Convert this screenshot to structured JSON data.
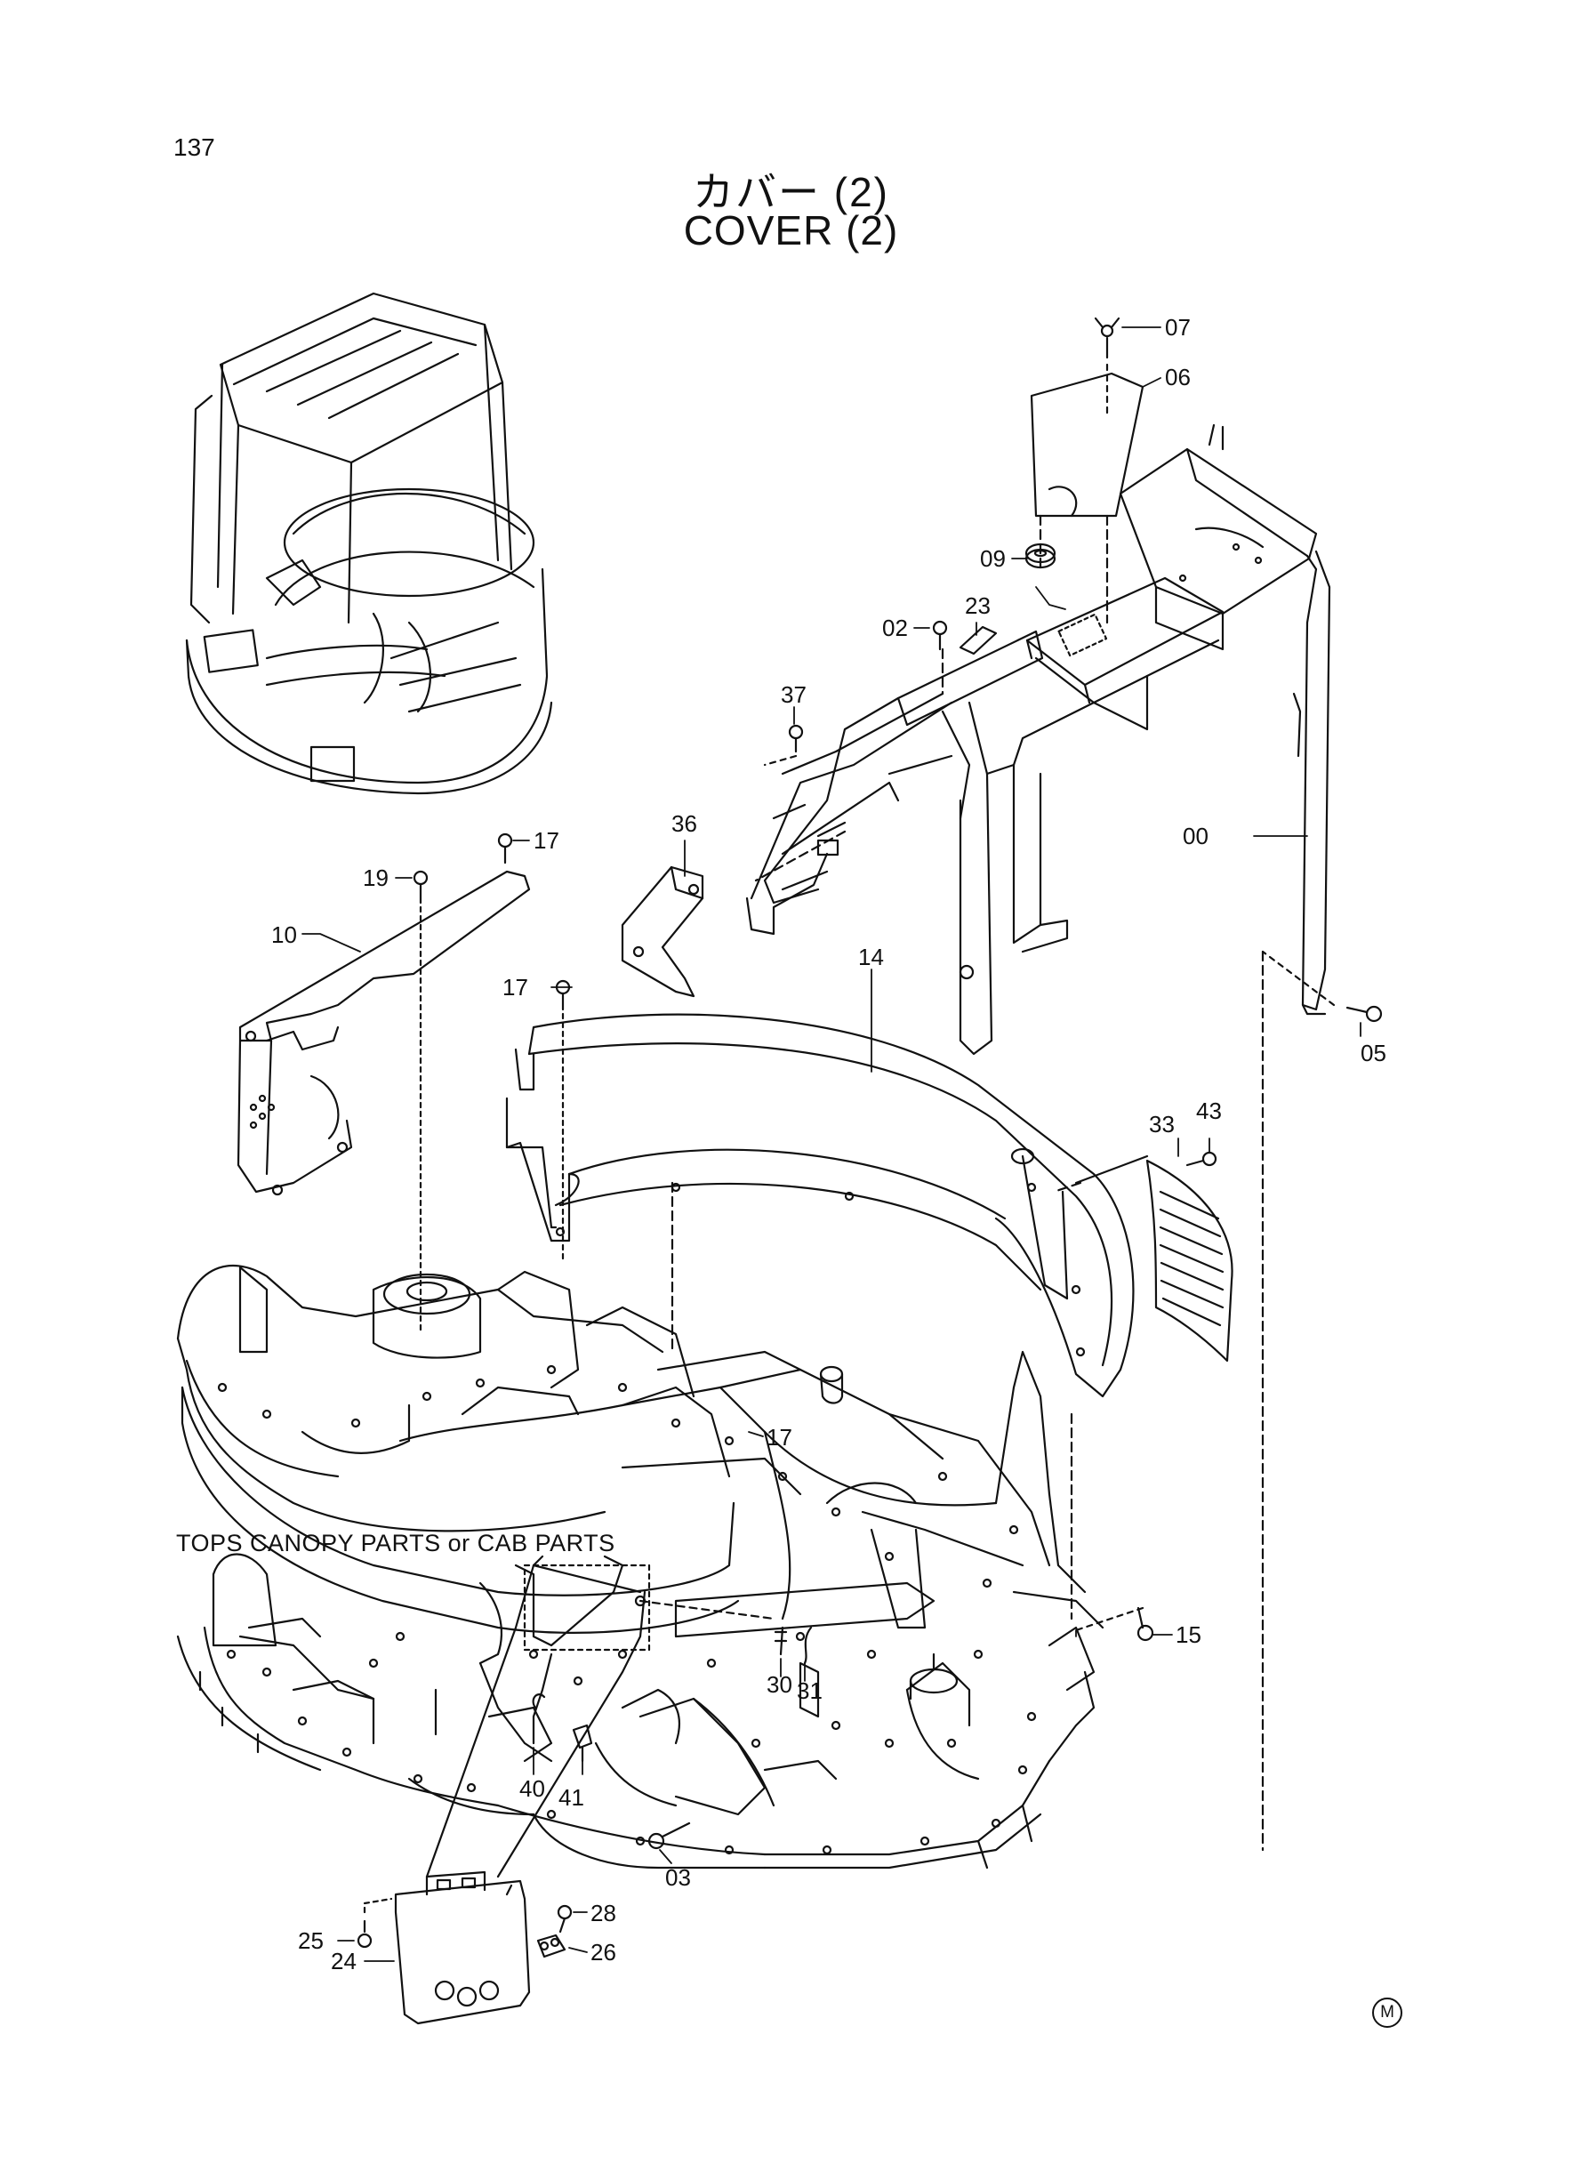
{
  "page": {
    "number": "137",
    "title_jp": "カバー (2)",
    "title_en": "COVER (2)"
  },
  "note": "TOPS CANOPY PARTS or CAB PARTS",
  "marker": "M",
  "callouts": {
    "c00": "00",
    "c02": "02",
    "c03": "03",
    "c05": "05",
    "c06": "06",
    "c07": "07",
    "c09": "09",
    "c10": "10",
    "c14": "14",
    "c15": "15",
    "c17a": "17",
    "c17b": "17",
    "c17c": "17",
    "c19": "19",
    "c23": "23",
    "c24": "24",
    "c25": "25",
    "c26": "26",
    "c28": "28",
    "c30": "30",
    "c31": "31",
    "c33": "33",
    "c36": "36",
    "c37": "37",
    "c40": "40",
    "c41": "41",
    "c43": "43"
  },
  "icons": {
    "marker": "circled-m-icon"
  },
  "colors": {
    "ink": "#111111",
    "paper": "#ffffff"
  }
}
